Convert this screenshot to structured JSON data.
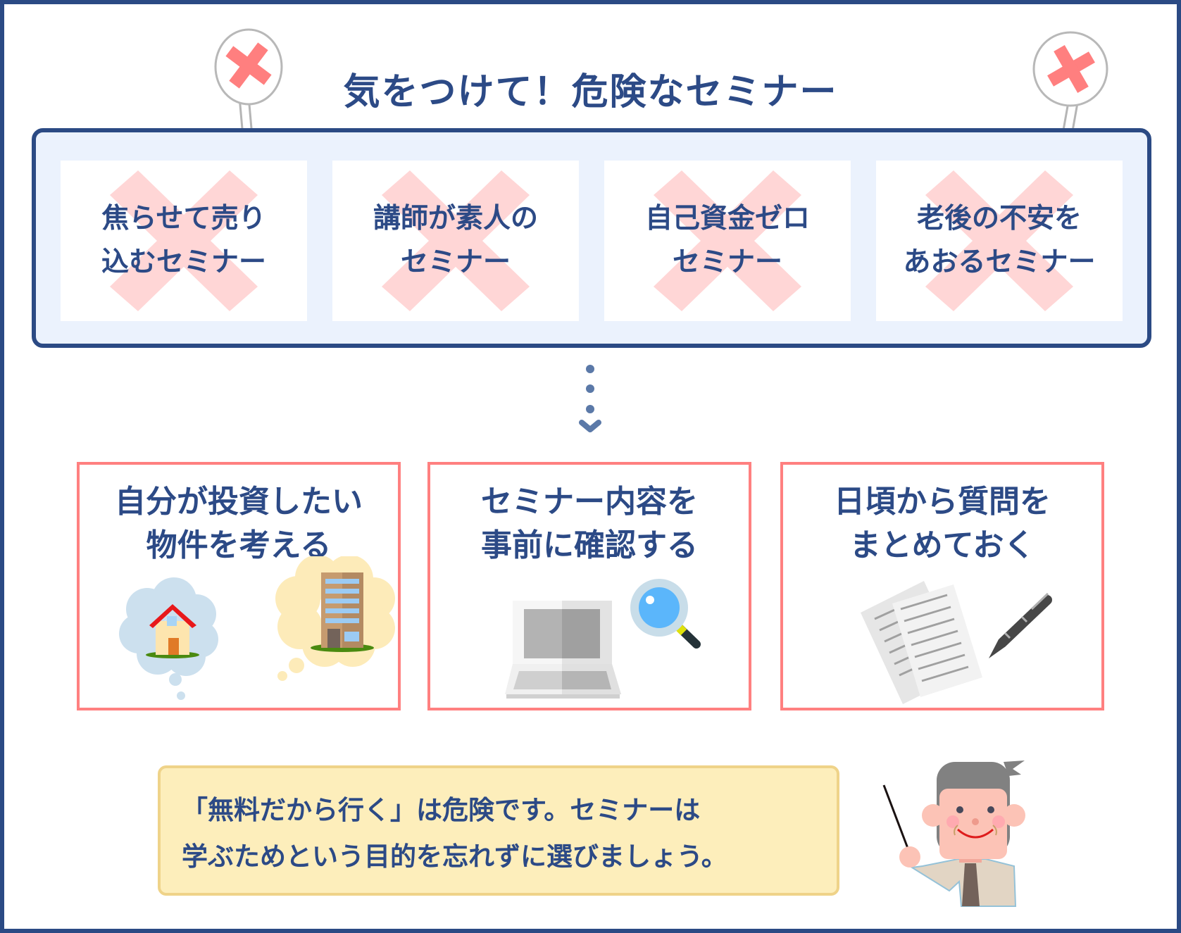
{
  "header": {
    "title": "気をつけて！危険なセミナー",
    "left_sign_icon": "cross-mark-sign-icon",
    "right_sign_icon": "cross-mark-sign-icon"
  },
  "danger_section": {
    "background_icon": "cross-mark-icon",
    "cards": [
      {
        "label": "焦らせて売り\n込むセミナー"
      },
      {
        "label": "講師が素人の\nセミナー"
      },
      {
        "label": "自己資金ゼロ\nセミナー"
      },
      {
        "label": "老後の不安を\nあおるセミナー"
      }
    ]
  },
  "connector": {
    "icon": "dotted-arrow-down-icon"
  },
  "tips": [
    {
      "label": "自分が投資したい\n物件を考える",
      "icons": [
        "house-thought-bubble-icon",
        "building-thought-bubble-icon"
      ]
    },
    {
      "label": "セミナー内容を\n事前に確認する",
      "icons": [
        "laptop-icon",
        "magnifier-icon"
      ]
    },
    {
      "label": "日頃から質問を\nまとめておく",
      "icons": [
        "documents-icon",
        "pen-icon"
      ]
    }
  ],
  "callout": {
    "text": "「無料だから行く」は危険です。セミナーは\n学ぶためという目的を忘れずに選びましょう。",
    "speaker_icon": "teacher-with-pointer-icon"
  },
  "colors": {
    "navy": "#2b4a84",
    "text": "#2c4a86",
    "light_blue_bg": "#ebf2fd",
    "cross_red": "#ff7f7f",
    "cross_pale": "#ffd6d6",
    "tip_border": "#ff8080",
    "callout_bg": "#fdeebb",
    "callout_border": "#efd389"
  }
}
